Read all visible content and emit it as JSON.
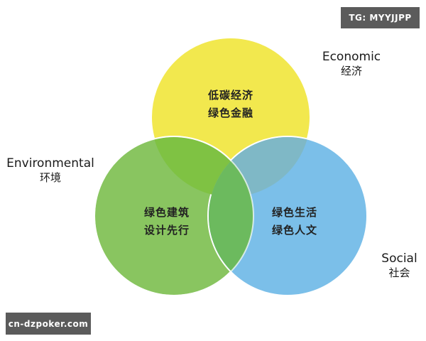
{
  "watermarks": {
    "top_right": "TG: MYYJJPP",
    "bottom_left": "cn-dzpoker.com"
  },
  "diagram": {
    "type": "venn",
    "circles": [
      {
        "id": "economic",
        "color": "#f2e84e",
        "outer_label_en": "Economic",
        "outer_label_cn": "经济",
        "inner_line1": "低碳经济",
        "inner_line2": "绿色金融"
      },
      {
        "id": "environmental",
        "color": "#84c35a",
        "outer_label_en": "Environmental",
        "outer_label_cn": "环境",
        "inner_line1": "绿色建筑",
        "inner_line2": "设计先行"
      },
      {
        "id": "social",
        "color": "#76bce8",
        "outer_label_en": "Social",
        "outer_label_cn": "社会",
        "inner_line1": "绿色生活",
        "inner_line2": "绿色人文"
      }
    ]
  }
}
